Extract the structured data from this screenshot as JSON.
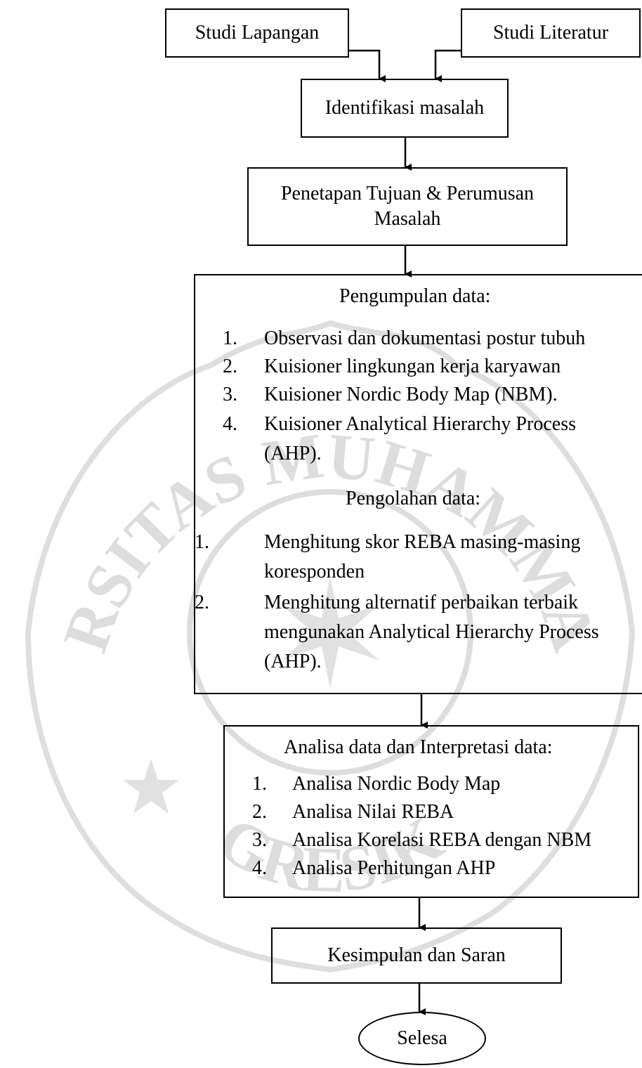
{
  "watermark": {
    "top_text": "UNIVERSITAS MUHAMMADIYAH",
    "bottom_text": "GRESIK"
  },
  "nodes": {
    "studi_lapangan": "Studi Lapangan",
    "studi_literatur": "Studi Literatur",
    "identifikasi": "Identifikasi masalah",
    "penetapan_line1": "Penetapan Tujuan & Perumusan",
    "penetapan_line2": "Masalah",
    "pengumpulan": {
      "title": "Pengumpulan data:",
      "items": [
        {
          "num": "1.",
          "text": "Observasi dan dokumentasi postur tubuh"
        },
        {
          "num": "2.",
          "text": "Kuisioner lingkungan kerja karyawan"
        },
        {
          "num": "3.",
          "text": "Kuisioner Nordic Body Map (NBM)."
        },
        {
          "num": "4.",
          "text": "Kuisioner Analytical Hierarchy Process",
          "text2": "(AHP)."
        }
      ],
      "sub_title": "Pengolahan data:",
      "sub_items": [
        {
          "num": "1.",
          "text": "Menghitung skor REBA masing-masing",
          "text2": "koresponden"
        },
        {
          "num": "2.",
          "text": "Menghitung alternatif perbaikan terbaik",
          "text2": "mengunakan Analytical Hierarchy Process",
          "text3": "(AHP)."
        }
      ]
    },
    "analisa": {
      "title": "Analisa data dan Interpretasi data:",
      "items": [
        {
          "num": "1.",
          "text": "Analisa Nordic Body Map"
        },
        {
          "num": "2.",
          "text": "Analisa Nilai REBA"
        },
        {
          "num": "3.",
          "text": "Analisa Korelasi REBA dengan NBM"
        },
        {
          "num": "4.",
          "text": "Analisa Perhitungan AHP"
        }
      ]
    },
    "kesimpulan": "Kesimpulan dan Saran",
    "selesai": "Selesa"
  }
}
